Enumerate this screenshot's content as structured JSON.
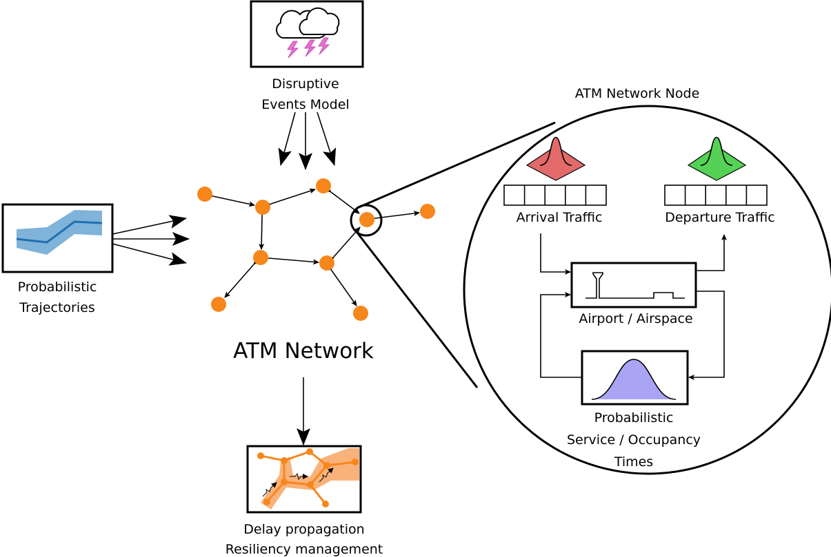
{
  "disruptive": {
    "line1": "Disruptive",
    "line2": "Events Model"
  },
  "trajectories": {
    "line1": "Probabilistic",
    "line2": "Trajectories"
  },
  "network": {
    "title": "ATM Network"
  },
  "delay": {
    "line1": "Delay propagation",
    "line2": "Resiliency management"
  },
  "node_detail": {
    "title": "ATM Network Node",
    "arrival": "Arrival Traffic",
    "departure": "Departure Traffic",
    "airport": "Airport / Airspace",
    "service_line1": "Probabilistic",
    "service_line2": "Service / Occupancy",
    "service_line3": "Times"
  },
  "colors": {
    "node": "#f7861b",
    "arrival": "#e36a6a",
    "departure": "#55d155",
    "service": "#aaa4f5",
    "lightning": "#e870d0",
    "trajectory": "#7fb3d9"
  }
}
